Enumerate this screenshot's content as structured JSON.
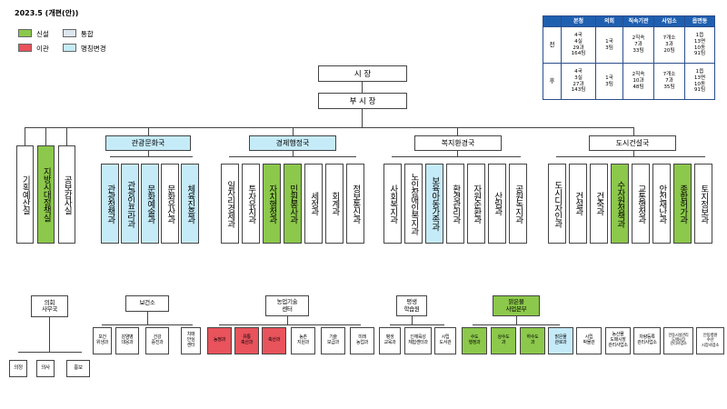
{
  "title": "2023.5 (개편(안))",
  "legend": [
    {
      "label": "신설",
      "color": "#8cc84b"
    },
    {
      "label": "통합",
      "color": "#dde6ee"
    },
    {
      "label": "이관",
      "color": "#e8535c"
    },
    {
      "label": "명칭변경",
      "color": "#c6ebf8"
    }
  ],
  "stats": {
    "headers": [
      "",
      "본청",
      "의회",
      "직속기관",
      "사업소",
      "읍면동"
    ],
    "rows": [
      {
        "label": "전",
        "cells": [
          "4국\n4실\n29과\n164팀",
          "1국\n3팀",
          "2직속\n7과\n33팀",
          "7개소\n3과\n20팀",
          "1읍\n13면\n10동\n91팀"
        ]
      },
      {
        "label": "후",
        "cells": [
          "4국\n3실\n27과\n143팀",
          "1국\n3팀",
          "2직속\n10과\n48팀",
          "7개소\n7과\n35팀",
          "1읍\n13면\n10동\n91팀"
        ]
      }
    ]
  },
  "top": {
    "mayor": "시    장",
    "vice_mayor": "부 시 장"
  },
  "vice_mayor_offices": [
    "기획예산실",
    "지방시대정책실",
    "공보감사실"
  ],
  "bureaus": [
    {
      "name": "관광문화국",
      "depts": [
        "관광정책과",
        "관광인프라과",
        "문화예술과",
        "문화유산과",
        "체육진흥과"
      ]
    },
    {
      "name": "경제행정국",
      "depts": [
        "일자리경제과",
        "투자유치과",
        "자치행정과",
        "민원봉사과",
        "세정과",
        "회계과",
        "정보통신과"
      ]
    },
    {
      "name": "복지환경국",
      "depts": [
        "사회복지과",
        "노인장애인복지과",
        "보육아동가족과",
        "환경관리과",
        "자원순환과",
        "산림과",
        "공원녹지과"
      ]
    },
    {
      "name": "도시건설국",
      "depts": [
        "도시디자인과",
        "건설과",
        "건축과",
        "수자원정책과",
        "교통행정과",
        "안전재난과",
        "종합허가과",
        "토지정보과"
      ]
    }
  ],
  "lower": {
    "council": {
      "name": "의회\n사무국",
      "depts": [
        "의정",
        "의사",
        "홍보"
      ]
    },
    "health": {
      "name": "보건소",
      "depts": [
        "보건\n위생과",
        "감염병\n대응과",
        "건강\n증진과",
        "치매\n안심\n센터"
      ]
    },
    "agri": {
      "name": "농업기술\n센터",
      "depts": [
        "농정과",
        "유통\n축산과",
        "축산과",
        "농촌\n지원과",
        "기술\n보급과",
        "미래\n농업과"
      ]
    },
    "learning": {
      "name": "평생\n학습원",
      "depts": [
        "평생\n교육과",
        "인재육성\n체험센터과",
        "시립\n도서관"
      ]
    },
    "water": {
      "name": "맑은물\n사업본부",
      "depts": [
        "수도\n행정과",
        "상수도\n과",
        "하수도\n과",
        "맑은물\n관로과"
      ]
    },
    "others": [
      "시립\n박물관",
      "농산물\n도매시장\n관리사업소",
      "차량등록\n관리사업소",
      "안동시설관리\n도매시장\n관리사업소",
      "안동병원\n수산\n시장사업소"
    ]
  }
}
